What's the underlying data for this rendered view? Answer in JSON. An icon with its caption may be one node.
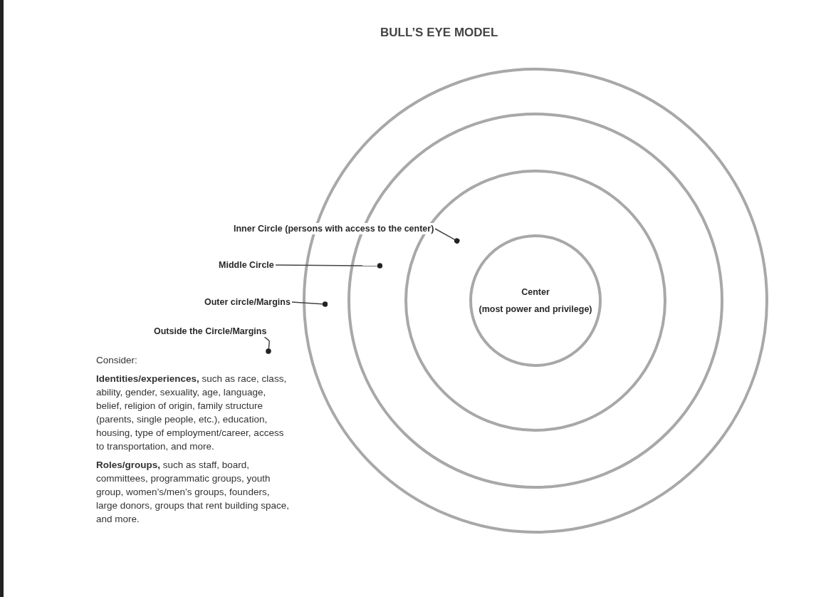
{
  "diagram": {
    "title": "BULL’S EYE MODEL",
    "nodes": [
      {
        "text": [],
        "shape": "circle"
      },
      {
        "text": [],
        "shape": "circle",
        "in": 0
      },
      {
        "text": [],
        "shape": "circle",
        "in": 1
      },
      {
        "text": [
          "Center",
          "(most power and privilege)"
        ],
        "in": 2
      },
      {
        "text": [
          "Inner Circle (persons with access to the center)"
        ]
      },
      {
        "text": [
          "Middle Circle"
        ]
      },
      {
        "text": [
          "Outer circle/Margins"
        ]
      },
      {
        "text": [
          "Outside the Circle/Margins"
        ]
      }
    ],
    "edges": [
      {
        "from": 4,
        "to": 2,
        "arrow": "other"
      },
      {
        "from": 5,
        "to": 1,
        "arrow": "other"
      },
      {
        "from": 6,
        "to": 0,
        "arrow": "other"
      },
      {
        "from": 7,
        "to": null,
        "arrow": "other"
      }
    ],
    "labels": [
      "Consider:",
      "**Identities/experiences,** such as race, class, ability, gender, sexuality, age, language, belief, religion of origin, family structure (parents, single people, etc.), education, housing, type of employment/career, access to transportation, and more.",
      "**Roles/groups,** such as staff, board, committees, programmatic groups, youth group, women’s/men’s groups, founders, large donors, groups that rent building space, and more."
    ]
  }
}
